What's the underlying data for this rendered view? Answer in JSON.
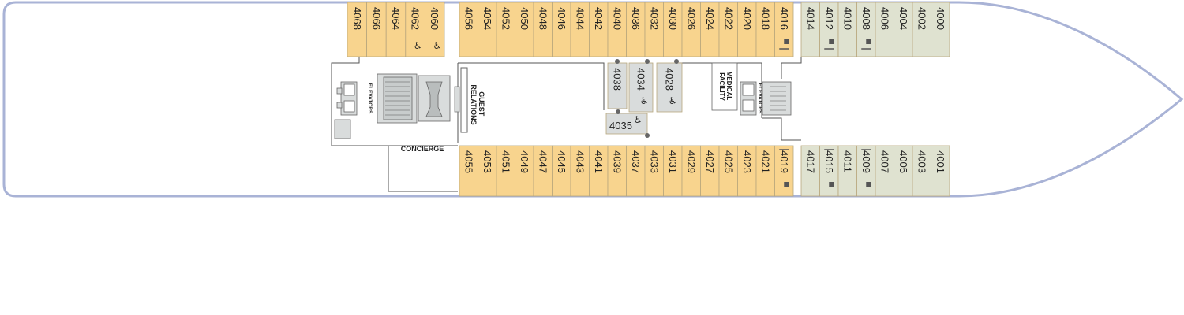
{
  "deck": {
    "colors": {
      "hull_outline": "#a9b3d6",
      "standard_cabin": "#f8d48e",
      "premium_cabin": "#dfe2d0",
      "cabin_border": "#b8a77d",
      "service_area": "#d9dcdc",
      "text": "#222222"
    },
    "top_cabins_left": [
      "4068",
      "4066",
      "4064",
      "4062",
      "4060"
    ],
    "top_cabins_main": [
      "4056",
      "4054",
      "4052",
      "4050",
      "4048",
      "4046",
      "4044",
      "4042",
      "4040",
      "4036",
      "4032",
      "4030",
      "4026",
      "4024",
      "4022",
      "4020",
      "4018",
      "4016"
    ],
    "top_cabins_fwd": [
      "4014",
      "4012",
      "4010",
      "4008",
      "4006",
      "4004",
      "4002",
      "4000"
    ],
    "bottom_cabins_main": [
      "4055",
      "4053",
      "4051",
      "4049",
      "4047",
      "4045",
      "4043",
      "4041",
      "4039",
      "4037",
      "4033",
      "4031",
      "4029",
      "4027",
      "4025",
      "4023",
      "4021",
      "4019"
    ],
    "bottom_cabins_fwd": [
      "4017",
      "4015",
      "4011",
      "4009",
      "4007",
      "4005",
      "4003",
      "4001"
    ],
    "inner_cabins": [
      "4038",
      "4034",
      "4028",
      "4035"
    ],
    "labels": {
      "guest_relations": [
        "GUEST",
        "RELATIONS"
      ],
      "medical": [
        "MEDICAL",
        "FACILITY"
      ],
      "elevators": "ELEVATORS",
      "concierge": "CONCIERGE"
    },
    "accessible_cabins": [
      "4062",
      "4060",
      "4034",
      "4028",
      "4035"
    ],
    "connecting_cabins": [
      "4016",
      "4012",
      "4008",
      "4019",
      "4015",
      "4009"
    ]
  }
}
